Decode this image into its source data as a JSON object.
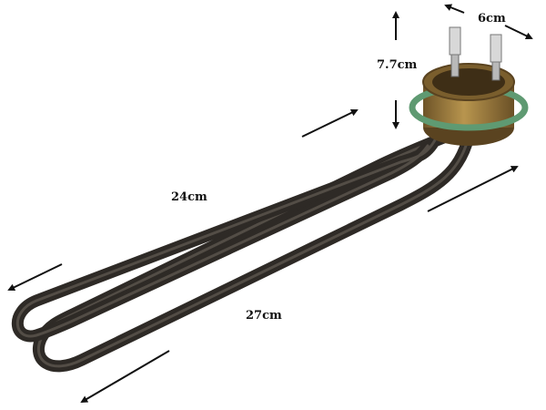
{
  "dimensions": {
    "flange_width": "6cm",
    "head_height": "7.7cm",
    "upper_loop_length": "24cm",
    "lower_loop_length": "27cm"
  },
  "colors": {
    "background": "#ffffff",
    "element_tube": "#3a3530",
    "element_highlight": "#6d655c",
    "brass_flange": "#9a7a3e",
    "gasket": "#5f9a72",
    "arrow": "#111111"
  }
}
